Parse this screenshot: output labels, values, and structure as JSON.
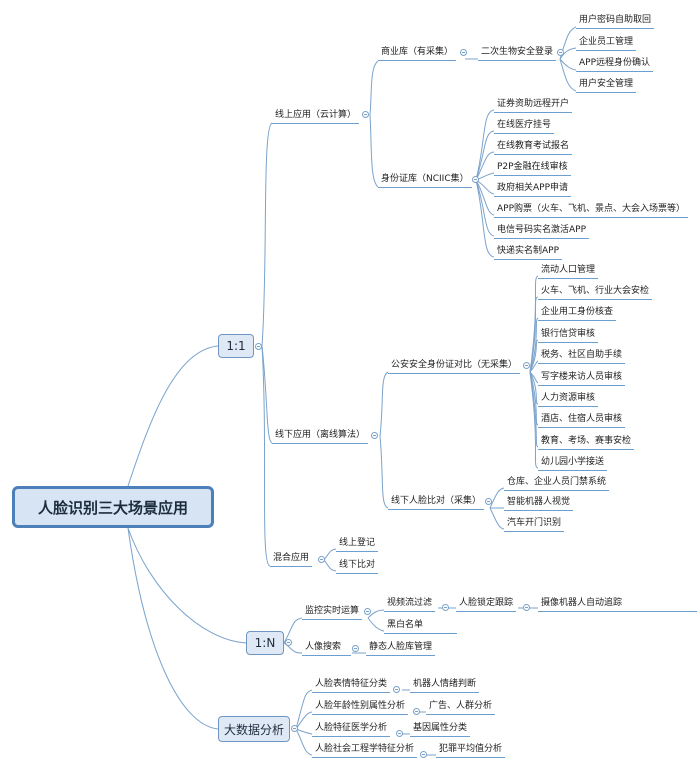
{
  "root": "人脸识别三大场景应用",
  "b1": {
    "label": "1:1",
    "online": {
      "label": "线上应用（云计算）",
      "commercial": {
        "label": "商业库（有采集）",
        "second": {
          "label": "二次生物安全登录",
          "items": [
            "用户密码自助取回",
            "企业员工管理",
            "APP远程身份确认",
            "用户安全管理"
          ]
        }
      },
      "identity": {
        "label": "身份证库（NCIIC集）",
        "items": [
          "证券资助远程开户",
          "在线医疗挂号",
          "在线教育考试报名",
          "P2P金融在线审核",
          "政府相关APP申请",
          "APP购票（火车、飞机、景点、大会入场票等）",
          "电信号码实名激活APP",
          "快递实名制APP"
        ]
      }
    },
    "offline": {
      "label": "线下应用（离线算法）",
      "police": {
        "label": "公安安全身份证对比（无采集）",
        "items": [
          "流动人口管理",
          "火车、飞机、行业大会安检",
          "企业用工身份核查",
          "银行信贷审核",
          "税务、社区自助手续",
          "写字楼来访人员审核",
          "人力资源审核",
          "酒店、住宿人员审核",
          "教育、考场、赛事安检",
          "幼儿园小学接送"
        ]
      },
      "face": {
        "label": "线下人脸比对（采集）",
        "items": [
          "仓库、企业人员门禁系统",
          "智能机器人视觉",
          "汽车开门识别"
        ]
      }
    },
    "mixed": {
      "label": "混合应用",
      "items": [
        "线上登记",
        "线下比对"
      ]
    }
  },
  "b2": {
    "label": "1:N",
    "monitor": {
      "label": "监控实时运算",
      "video": {
        "label": "视频流过滤",
        "track": {
          "label": "人脸锁定跟踪",
          "item": "摄像机器人自动追踪"
        }
      },
      "blacklist": "黑白名单"
    },
    "search": {
      "label": "人像搜索",
      "item": "静态人脸库管理"
    }
  },
  "b3": {
    "label": "大数据分析",
    "rows": [
      {
        "a": "人脸表情特征分类",
        "b": "机器人情绪判断"
      },
      {
        "a": "人脸年龄性别属性分析",
        "b": "广告、人群分析"
      },
      {
        "a": "人脸特征医学分析",
        "b": "基因属性分类"
      },
      {
        "a": "人脸社会工程学特征分析",
        "b": "犯罪平均值分析"
      }
    ]
  }
}
